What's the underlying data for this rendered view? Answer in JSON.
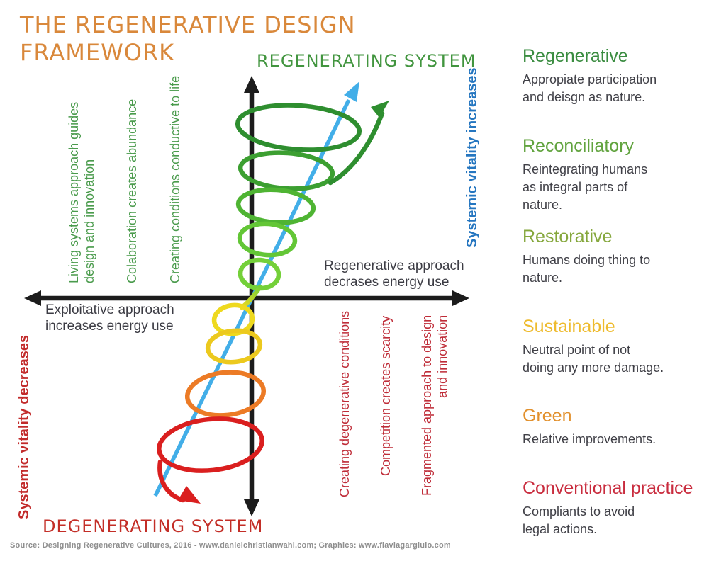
{
  "title": "THE REGENERATIVE DESIGN\nFRAMEWORK",
  "diagram": {
    "regenerating_label": "REGENERATING SYSTEM",
    "degenerating_label": "DEGENERATING SYSTEM",
    "vitality_increases": "Systemic vitality increases",
    "vitality_decreases": "Systemic vitality decreases",
    "x_axis_left": "Exploitative approach\nincreases energy use",
    "x_axis_right": "Regenerative approach\ndecrases energy use",
    "positive_factors": [
      "Living systems approach guides\ndesign and innovation",
      "Colaboration creates abundance",
      "Creating conditions conductive to life"
    ],
    "negative_factors": [
      "Creating degenerative conditions",
      "Competition creates scarcity",
      "Fragmented approach to design\nand innovation"
    ]
  },
  "legend": {
    "items": [
      {
        "heading": "Regenerative",
        "color": "#3a8c40",
        "body": "Appropiate participation\nand deisgn as nature."
      },
      {
        "heading": "Reconciliatory",
        "color": "#61a33e",
        "body": "Reintegrating humans\nas integral parts of\nnature."
      },
      {
        "heading": "Restorative",
        "color": "#85a73c",
        "body": "Humans doing thing to\nnature."
      },
      {
        "heading": "Sustainable",
        "color": "#eebb2e",
        "body": "Neutral point of not\ndoing any more damage."
      },
      {
        "heading": "Green",
        "color": "#e2912e",
        "body": "Relative improvements."
      },
      {
        "heading": "Conventional practice",
        "color": "#c92c3e",
        "body": "Compliants to avoid\nlegal actions."
      }
    ]
  },
  "source": "Source: Designing Regenerative Cultures, 2016 - www.danielchristianwahl.com; Graphics: www.flaviagargiulo.com",
  "colors": {
    "title": "#d9883b",
    "regenerating_label": "#42953f",
    "degenerating_label": "#c32e27",
    "vitality_increases": "#2576c0",
    "vitality_decreases": "#c22b2b",
    "positive_factor_text": "#4a9b4c",
    "negative_factor_text": "#bf2c38",
    "axis_text": "#3c3c44",
    "axis_line": "#1c1c1c",
    "diagonal_arrow": "#42aee8",
    "spiral_top_green": "#2e8e2f",
    "spiral_light_green": "#74d039",
    "spiral_yellow": "#eed91e",
    "spiral_orange": "#ec7b26",
    "spiral_red": "#da1f1f"
  }
}
